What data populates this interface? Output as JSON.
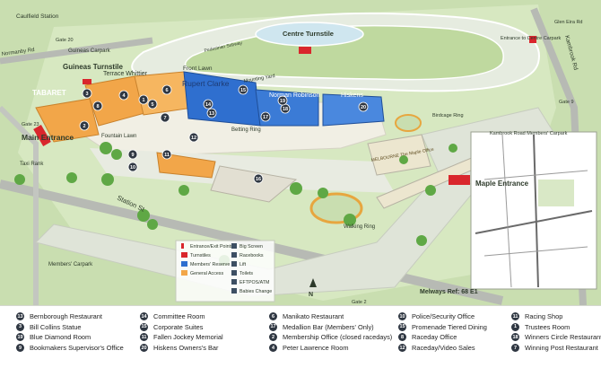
{
  "places": {
    "caulfield_station": "Caulfield\nStation",
    "normanby_rd": "Normanby Rd",
    "gate_20": "Gate\n20",
    "guineas_carpark": "Guineas\nCarpark",
    "guineas_turnstile": "Guineas\nTurnstile",
    "tabaret": "TABARET",
    "terrace_whittier": "Terrace Whittier",
    "rupert_clarke": "Rupert Clarke",
    "front_lawn": "Front Lawn",
    "norman_robinson": "Norman Robinson",
    "hiskens": "Hiskens",
    "centre_turnstile": "Centre\nTurnstile",
    "pedestrian_subway": "Pedestrian Subway",
    "mounting_yard": "Mounting Yard",
    "glen_eira_rd": "Glen\nEira Rd",
    "entrance_centre_carpark": "Entrance to\nCentre Carpark",
    "kambrook_rd": "Kambrook Rd",
    "fountain_lawn": "Fountain\nLawn",
    "betting_ring": "Betting Ring",
    "gate_23": "Gate 23",
    "main_entrance": "Main\nEntrance",
    "taxi_rank": "Taxi\nRank",
    "melbourne_office": "MELBOURNE  The Maple Office",
    "birdcage_ring": "Birdcage\nRing",
    "kambrook_road_members_carpark": "Kambrook\nRoad\nMembers'\nCarpark",
    "maple_entrance": "Maple\nEntrance",
    "station_st": "Station St",
    "walking_ring": "Walking\nRing",
    "members_carpark": "Members'\nCarpark",
    "gate_2": "Gate 2",
    "gate_9": "Gate 9",
    "north": "N",
    "melways": "Melways Ref: 68 E1"
  },
  "map_legend": [
    {
      "kind": "bar",
      "color": "#d9262c",
      "label": "Entrance/Exit Points"
    },
    {
      "kind": "swatch",
      "color": "#d9262c",
      "label": "Turnstiles"
    },
    {
      "kind": "swatch",
      "color": "#2f6fcf",
      "label": "Members' Reserve"
    },
    {
      "kind": "swatch",
      "color": "#f2a649",
      "label": "General Access"
    }
  ],
  "facility_legend": [
    {
      "label": "Big Screen"
    },
    {
      "label": "Racebooks"
    },
    {
      "label": "Lift"
    },
    {
      "label": "Toilets"
    },
    {
      "label": "EFTPOS/ATM"
    },
    {
      "label": "Babies Change"
    }
  ],
  "markers": [
    {
      "n": "1",
      "color": "#2f3742"
    },
    {
      "n": "2",
      "color": "#2f3742"
    },
    {
      "n": "3",
      "color": "#2f3742"
    },
    {
      "n": "4",
      "color": "#2f3742"
    },
    {
      "n": "5",
      "color": "#2f3742"
    },
    {
      "n": "6",
      "color": "#2f3742"
    },
    {
      "n": "7",
      "color": "#2f3742"
    },
    {
      "n": "8",
      "color": "#2f3742"
    },
    {
      "n": "9",
      "color": "#2f3742"
    },
    {
      "n": "10",
      "color": "#2f3742"
    },
    {
      "n": "11",
      "color": "#2f3742"
    },
    {
      "n": "12",
      "color": "#2f3742"
    },
    {
      "n": "13",
      "color": "#2f3742"
    },
    {
      "n": "14",
      "color": "#2f3742"
    },
    {
      "n": "15",
      "color": "#2f3742"
    },
    {
      "n": "16",
      "color": "#2f3742"
    },
    {
      "n": "17",
      "color": "#2f3742"
    },
    {
      "n": "18",
      "color": "#2f3742"
    },
    {
      "n": "19",
      "color": "#2f3742"
    },
    {
      "n": "20",
      "color": "#2f3742"
    }
  ],
  "venues": [
    [
      {
        "n": "13",
        "label": "Bernborough Restaurant"
      },
      {
        "n": "3",
        "label": "Bill Collins Statue"
      },
      {
        "n": "19",
        "label": "Blue Diamond Room"
      },
      {
        "n": "9",
        "label": "Bookmakers Supervisor's Office"
      }
    ],
    [
      {
        "n": "14",
        "label": "Committee Room"
      },
      {
        "n": "15",
        "label": "Corporate Suites"
      },
      {
        "n": "11",
        "label": "Fallen Jockey Memorial"
      },
      {
        "n": "20",
        "label": "Hiskens Owners's Bar"
      }
    ],
    [
      {
        "n": "6",
        "label": "Manikato Restaurant"
      },
      {
        "n": "17",
        "label": "Medallion Bar (Members' Only)"
      },
      {
        "n": "2",
        "label": "Membership Office (closed racedays)"
      },
      {
        "n": "4",
        "label": "Peter Lawrence Room"
      }
    ],
    [
      {
        "n": "10",
        "label": "Police/Security Office"
      },
      {
        "n": "15",
        "label": "Promenade Tiered Dining"
      },
      {
        "n": "8",
        "label": "Raceday Office"
      },
      {
        "n": "12",
        "label": "Raceday/Video Sales"
      }
    ],
    [
      {
        "n": "11",
        "label": "Racing Shop"
      },
      {
        "n": "1",
        "label": "Trustees Room"
      },
      {
        "n": "18",
        "label": "Winners Circle Restaurant"
      },
      {
        "n": "7",
        "label": "Winning Post Restaurant"
      }
    ]
  ],
  "colors": {
    "grass": "#cfe3b5",
    "track": "#e9eee1",
    "road": "#b9bcb6",
    "members": "#2f6fcf",
    "general": "#f2a649",
    "entrance": "#d9262c"
  }
}
